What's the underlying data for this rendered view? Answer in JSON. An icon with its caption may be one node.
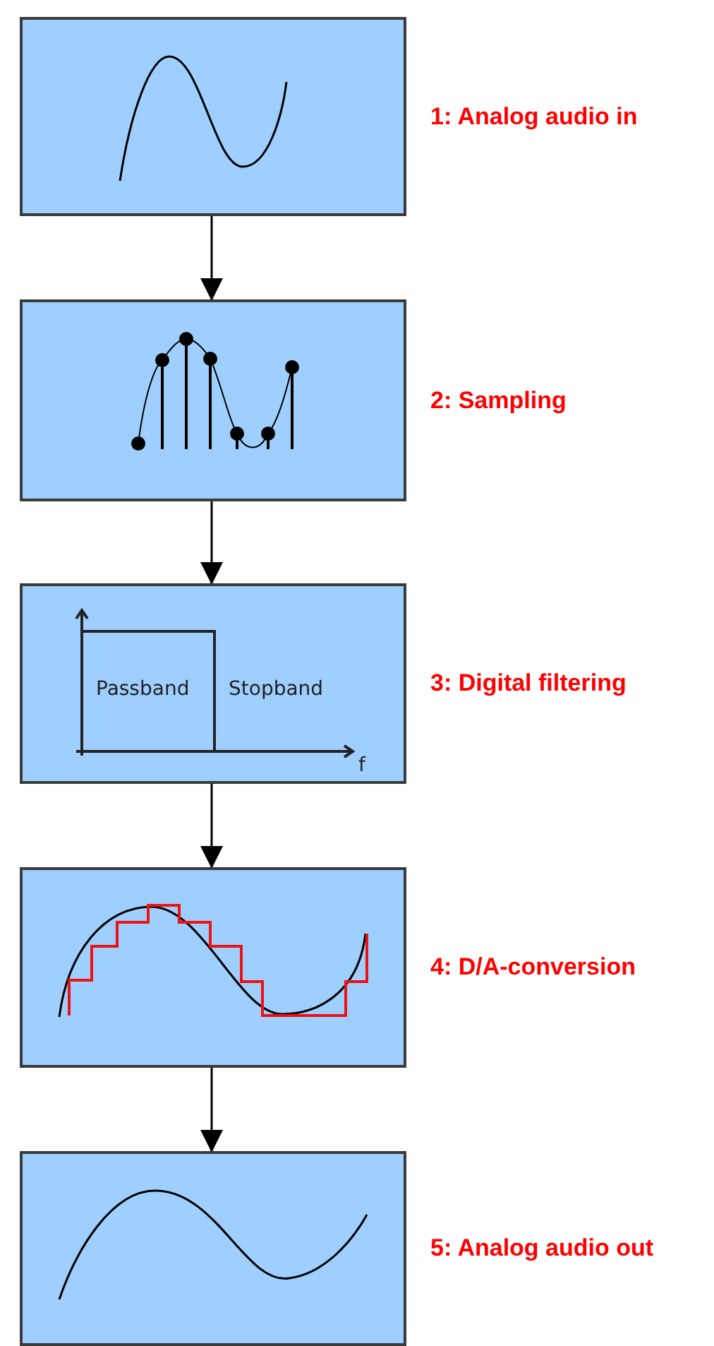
{
  "diagram": {
    "nodes": [
      {
        "text": [],
        "shape": "picture",
        "beside": [
          "1: Analog audio in"
        ]
      },
      {
        "text": [],
        "shape": "picture",
        "beside": [
          "2: Sampling"
        ]
      },
      {
        "text": [
          "Passband",
          "Stopband",
          "f"
        ],
        "beside": [
          "3: Digital filtering"
        ]
      },
      {
        "text": [],
        "shape": "picture",
        "beside": [
          "4: D/A-conversion"
        ]
      },
      {
        "text": [],
        "shape": "picture",
        "beside": [
          "5: Analog audio out"
        ]
      }
    ],
    "edges": [
      {
        "from": 0,
        "to": 1,
        "arrow": "to"
      },
      {
        "from": 1,
        "to": 2,
        "arrow": "to"
      },
      {
        "from": 2,
        "to": 3,
        "arrow": "to"
      },
      {
        "from": 3,
        "to": 4,
        "arrow": "to"
      }
    ]
  }
}
